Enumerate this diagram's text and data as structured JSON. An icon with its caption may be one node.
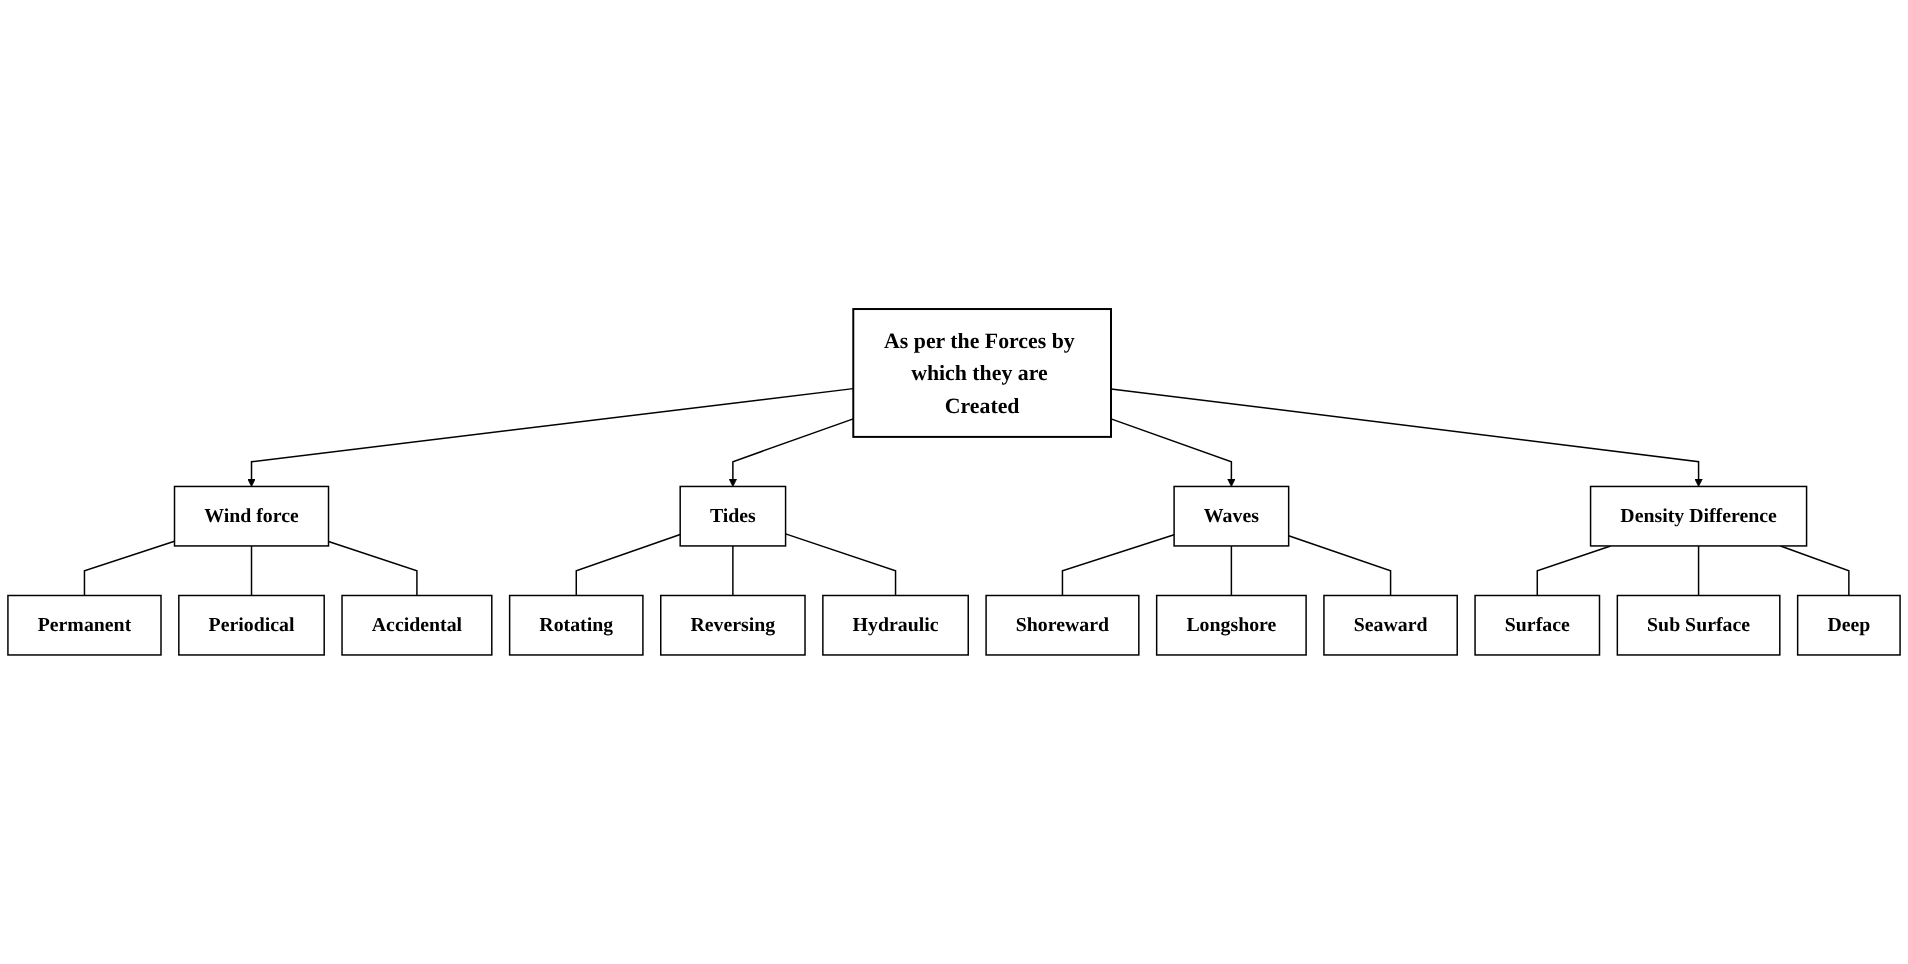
{
  "diagram": {
    "nodes": [
      {
        "text": [
          "As per the Forces by which they are Created"
        ]
      },
      {
        "text": [
          "Wind force"
        ]
      },
      {
        "text": [
          "Permanent"
        ]
      },
      {
        "text": [
          "Periodical"
        ]
      },
      {
        "text": [
          "Accidental"
        ]
      },
      {
        "text": [
          "Tides"
        ]
      },
      {
        "text": [
          "Rotating"
        ]
      },
      {
        "text": [
          "Reversing"
        ]
      },
      {
        "text": [
          "Hydraulic"
        ]
      },
      {
        "text": [
          "Waves"
        ]
      },
      {
        "text": [
          "Shoreward"
        ]
      },
      {
        "text": [
          "Longshore"
        ]
      },
      {
        "text": [
          "Seaward"
        ]
      },
      {
        "text": [
          "Density Difference"
        ]
      },
      {
        "text": [
          "Surface"
        ]
      },
      {
        "text": [
          "Sub Surface"
        ]
      },
      {
        "text": [
          "Deep"
        ]
      }
    ],
    "edges": [
      {
        "from": 0,
        "to": 1,
        "arrow": "to"
      },
      {
        "from": 0,
        "to": 5,
        "arrow": "to"
      },
      {
        "from": 0,
        "to": 9,
        "arrow": "to"
      },
      {
        "from": 0,
        "to": 13,
        "arrow": "to"
      },
      {
        "from": 1,
        "to": 2,
        "arrow": "none"
      },
      {
        "from": 1,
        "to": 3,
        "arrow": "none"
      },
      {
        "from": 1,
        "to": 4,
        "arrow": "none"
      },
      {
        "from": 5,
        "to": 6,
        "arrow": "none"
      },
      {
        "from": 5,
        "to": 7,
        "arrow": "none"
      },
      {
        "from": 5,
        "to": 8,
        "arrow": "none"
      },
      {
        "from": 9,
        "to": 10,
        "arrow": "none"
      },
      {
        "from": 9,
        "to": 11,
        "arrow": "none"
      },
      {
        "from": 9,
        "to": 12,
        "arrow": "none"
      },
      {
        "from": 13,
        "to": 14,
        "arrow": "none"
      },
      {
        "from": 13,
        "to": 15,
        "arrow": "none"
      },
      {
        "from": 13,
        "to": 16,
        "arrow": "none"
      }
    ]
  }
}
